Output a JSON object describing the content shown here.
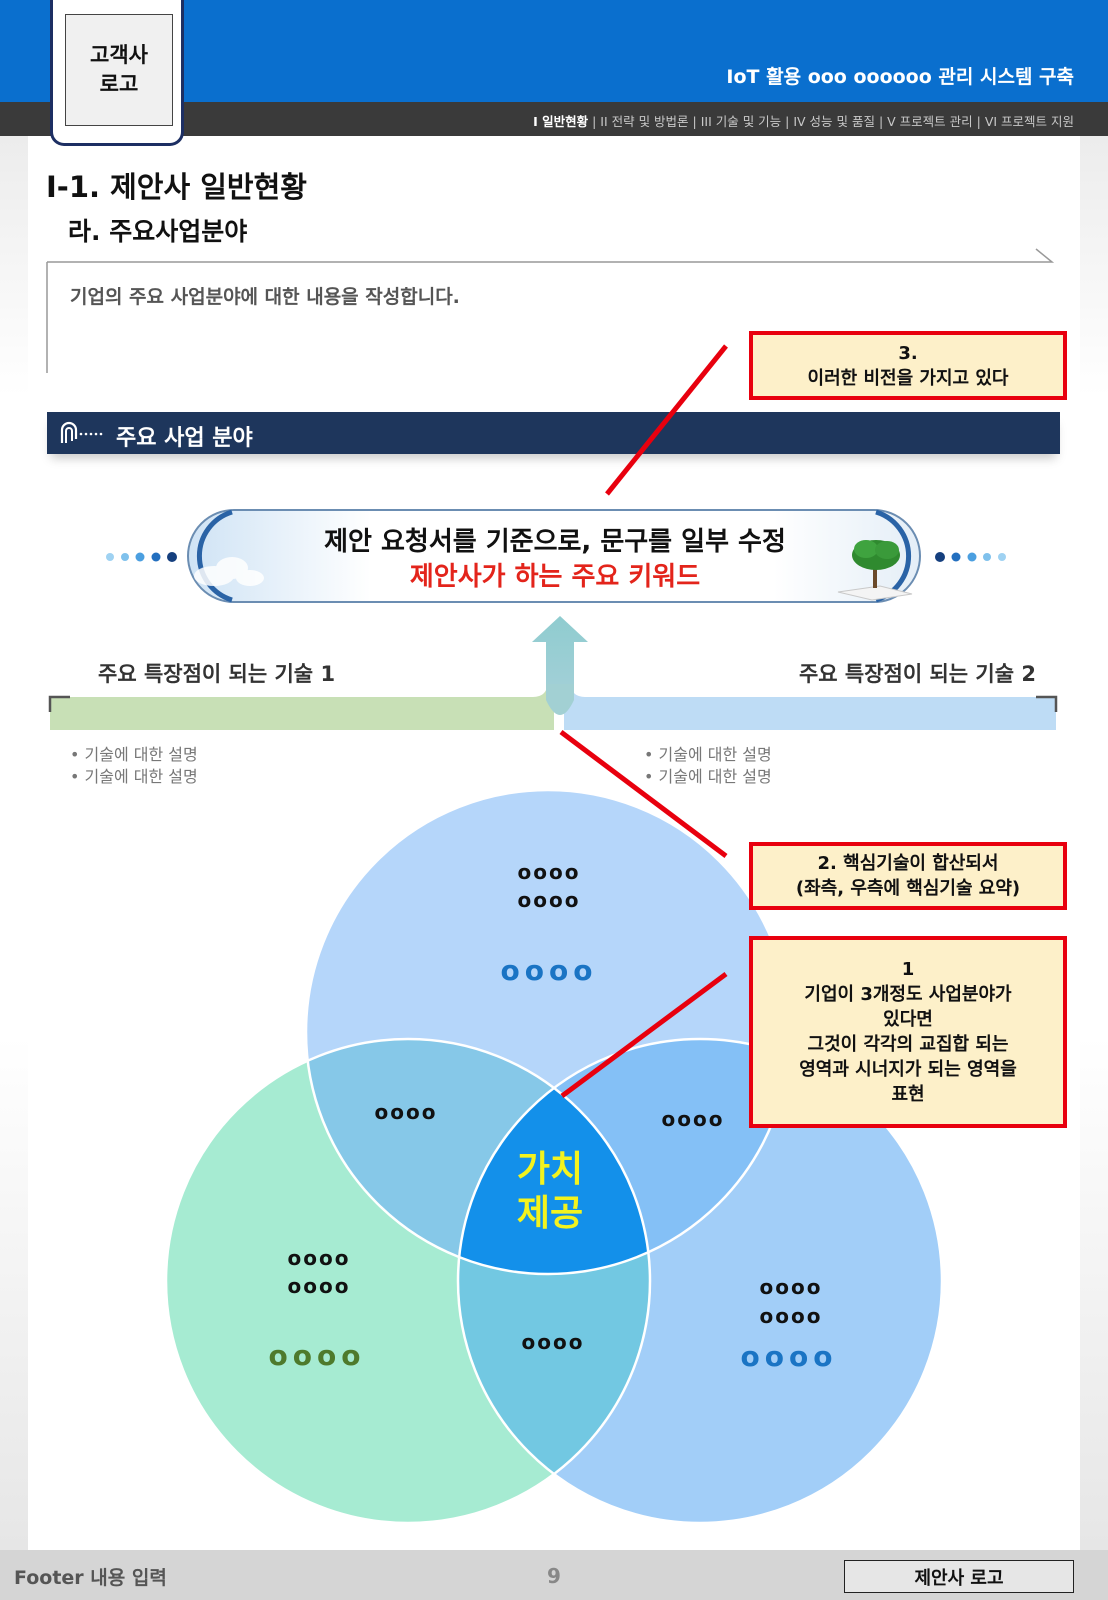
{
  "header": {
    "logo_text": "고객사\n로고",
    "doc_title": "IoT 활용 ooo oooooo 관리 시스템 구축",
    "nav_active": "I  일반현황",
    "nav_rest": " | II 전략 및 방법론 | III 기술 및 기능 | IV 성능 및 품질 | V 프로젝트 관리 | VI 프로젝트 지원"
  },
  "content": {
    "h1": "I-1. 제안사 일반현황",
    "h2": "라. 주요사업분야",
    "description": "기업의 주요 사업분야에 대한 내용을 작성합니다.",
    "section_title": "주요 사업 분야"
  },
  "banner": {
    "line1": "제안 요청서를 기준으로, 문구를 일부 수정",
    "line2": "제안사가 하는 주요 키워드"
  },
  "techs": {
    "left_title": "주요 특장점이 되는 기술 1",
    "right_title": "주요 특장점이 되는 기술 2",
    "left_bullets": [
      "기술에 대한 설명",
      "기술에 대한 설명"
    ],
    "right_bullets": [
      "기술에 대한 설명",
      "기술에 대한 설명"
    ]
  },
  "venn": {
    "center_label": "가치\n제공",
    "top_small_1": "oooo",
    "top_small_2": "oooo",
    "top_large": "oooo",
    "left_small_1": "oooo",
    "left_small_2": "oooo",
    "left_large": "oooo",
    "right_small_1": "oooo",
    "right_small_2": "oooo",
    "right_large": "oooo",
    "overlap_top_left": "oooo",
    "overlap_top_right": "oooo",
    "overlap_bottom": "oooo",
    "colors": {
      "top": "#b5d6fa",
      "left": "#a6ebd2",
      "right": "#a2cef8",
      "center": "#1390ea",
      "center_text": "#f3f31e",
      "left_large_text": "#4e7a2c",
      "blue_large_text": "#1a74c4"
    }
  },
  "callouts": {
    "c3": "3.\n이러한 비전을 가지고 있다",
    "c2": "2. 핵심기술이 합산되서\n(좌측, 우측에 핵심기술 요약)",
    "c1": "1\n기업이 3개정도 사업분야가\n있다면\n그것이 각각의 교집합 되는\n영역과 시너지가  되는 영역을\n표현"
  },
  "footer": {
    "text": "Footer 내용 입력",
    "page": "9",
    "logo": "제안사 로고"
  }
}
